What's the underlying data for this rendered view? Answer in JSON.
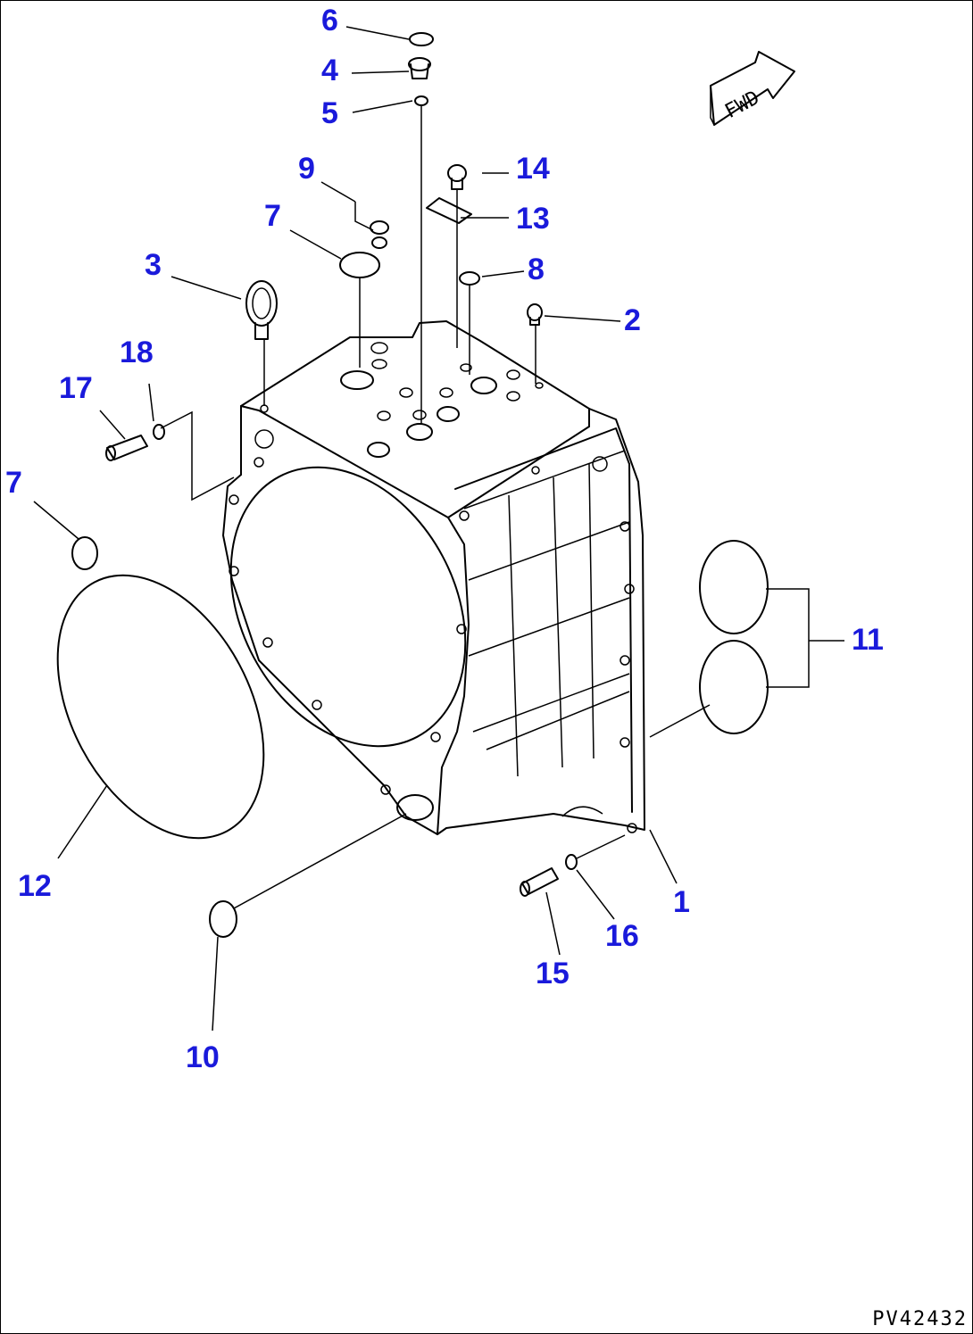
{
  "callouts": [
    {
      "id": "c6",
      "label": "6"
    },
    {
      "id": "c4",
      "label": "4"
    },
    {
      "id": "c5",
      "label": "5"
    },
    {
      "id": "c9",
      "label": "9"
    },
    {
      "id": "c7a",
      "label": "7"
    },
    {
      "id": "c3",
      "label": "3"
    },
    {
      "id": "c18",
      "label": "18"
    },
    {
      "id": "c17",
      "label": "17"
    },
    {
      "id": "c7b",
      "label": "7"
    },
    {
      "id": "c14",
      "label": "14"
    },
    {
      "id": "c13",
      "label": "13"
    },
    {
      "id": "c8",
      "label": "8"
    },
    {
      "id": "c2",
      "label": "2"
    },
    {
      "id": "c11",
      "label": "11"
    },
    {
      "id": "c12",
      "label": "12"
    },
    {
      "id": "c1",
      "label": "1"
    },
    {
      "id": "c16",
      "label": "16"
    },
    {
      "id": "c15",
      "label": "15"
    },
    {
      "id": "c10",
      "label": "10"
    }
  ],
  "direction_arrow": "FWD",
  "drawing_code": "PV42432",
  "colors": {
    "callout": "#1a1adb",
    "line": "#000000",
    "background": "#ffffff"
  }
}
